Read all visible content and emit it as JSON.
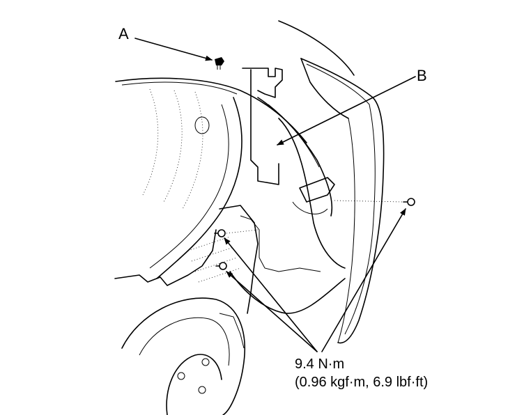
{
  "callouts": {
    "a": "A",
    "b": "B"
  },
  "torque": {
    "line1": "9.4 N·m",
    "line2": "(0.96 kgf·m, 6.9 lbf·ft)"
  }
}
